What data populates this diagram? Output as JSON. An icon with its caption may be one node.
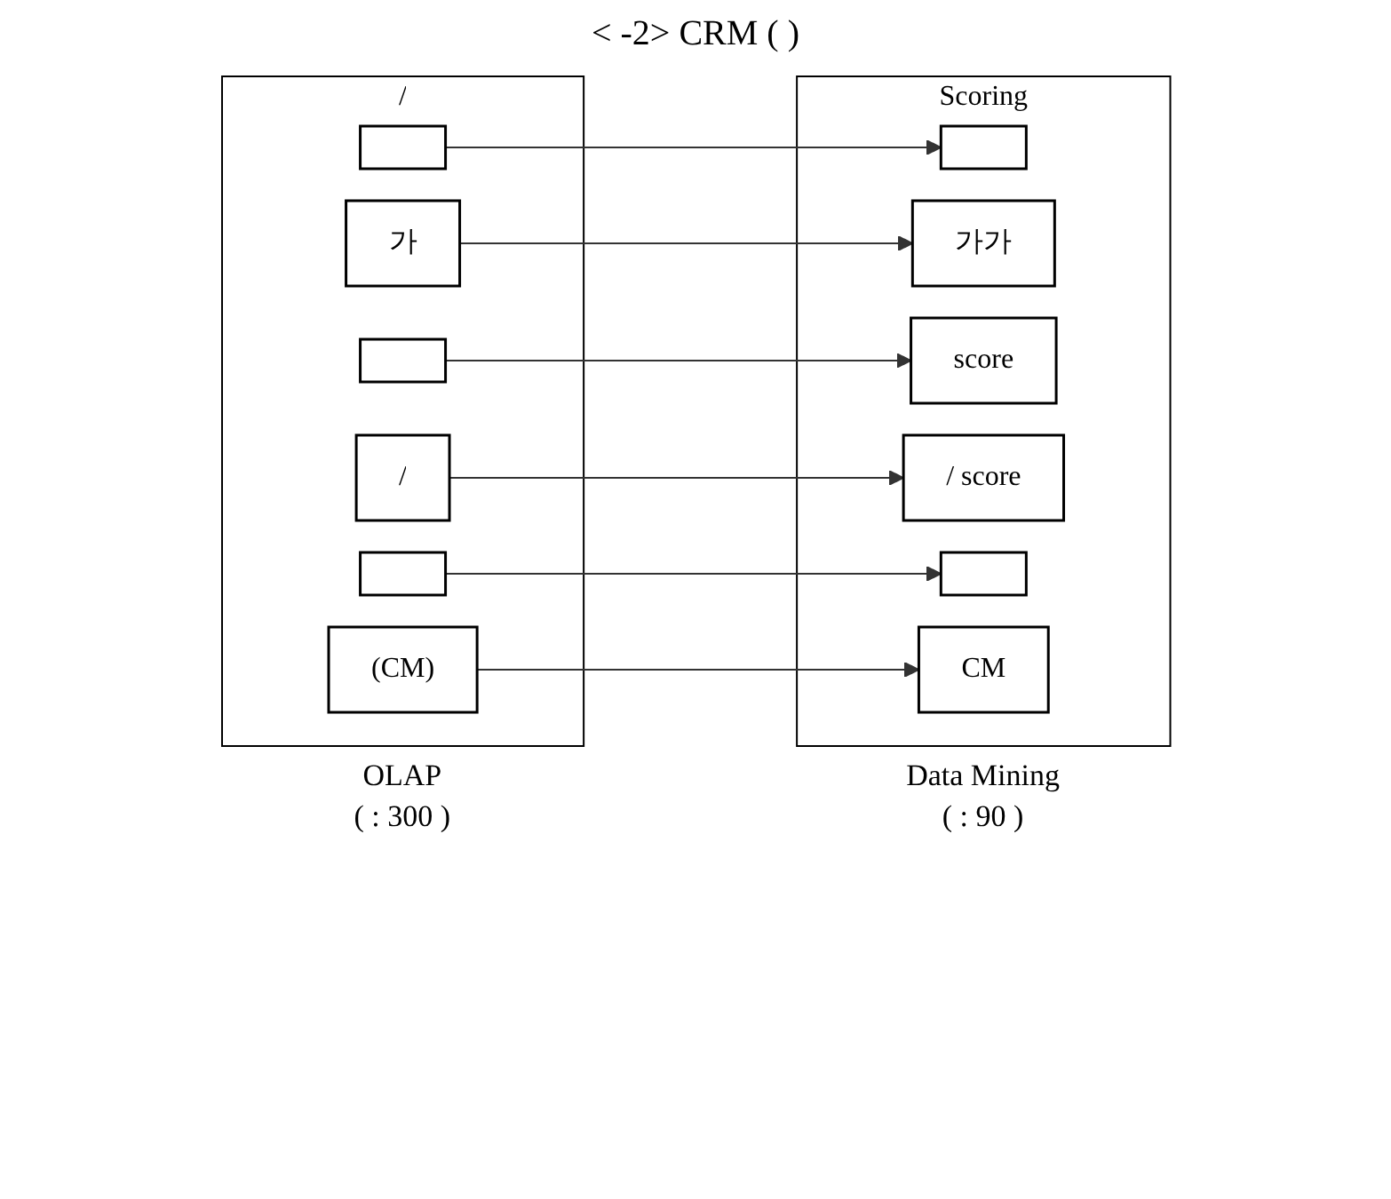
{
  "diagram": {
    "title": "< -2> CRM ( )",
    "nodes": [
      {
        "text": [
          "/"
        ],
        "beside": [
          "OLAP",
          "( : 300 )"
        ]
      },
      {
        "text": [],
        "shape": "box",
        "in": 0
      },
      {
        "text": [
          "가"
        ],
        "in": 0
      },
      {
        "text": [],
        "shape": "box",
        "in": 0
      },
      {
        "text": [
          "/"
        ],
        "in": 0
      },
      {
        "text": [],
        "shape": "box",
        "in": 0
      },
      {
        "text": [
          "(CM)"
        ],
        "in": 0
      },
      {
        "text": [
          "Scoring"
        ],
        "beside": [
          "Data Mining",
          "( : 90 )"
        ]
      },
      {
        "text": [],
        "shape": "box",
        "in": 7
      },
      {
        "text": [
          "가가"
        ],
        "in": 7
      },
      {
        "text": [
          "score"
        ],
        "in": 7
      },
      {
        "text": [
          "/ score"
        ],
        "in": 7
      },
      {
        "text": [],
        "shape": "box",
        "in": 7
      },
      {
        "text": [
          "CM"
        ],
        "in": 7
      }
    ],
    "edges": [
      {
        "from": 1,
        "to": 8,
        "arrow": "to"
      },
      {
        "from": 2,
        "to": 9,
        "arrow": "to"
      },
      {
        "from": 3,
        "to": 10,
        "arrow": "to"
      },
      {
        "from": 4,
        "to": 11,
        "arrow": "to"
      },
      {
        "from": 5,
        "to": 12,
        "arrow": "to"
      },
      {
        "from": 6,
        "to": 13,
        "arrow": "to"
      }
    ]
  }
}
